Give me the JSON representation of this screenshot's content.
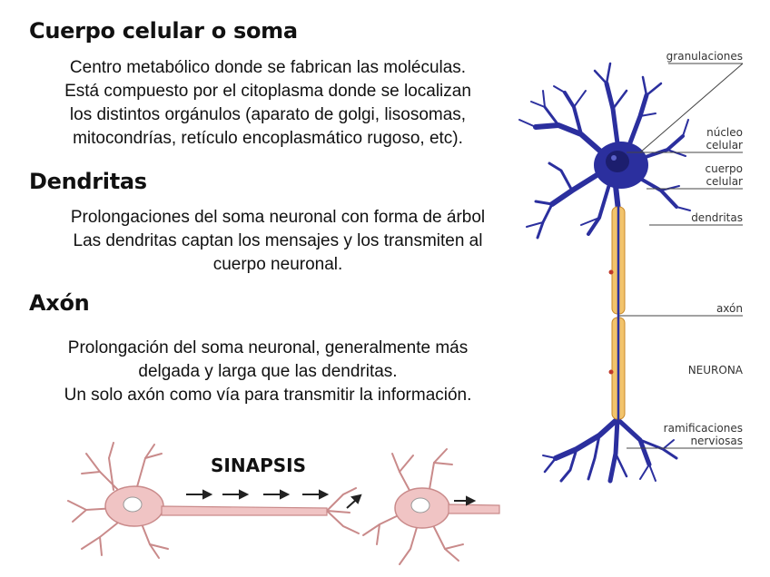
{
  "sections": {
    "soma": {
      "heading": "Cuerpo celular o soma",
      "lines": [
        "Centro metabólico donde se fabrican las moléculas.",
        "Está compuesto por el citoplasma donde se localizan",
        "los distintos orgánulos (aparato de golgi, lisosomas,",
        "mitocondrías, retículo encoplasmático rugoso, etc)."
      ]
    },
    "dendritas": {
      "heading": "Dendritas",
      "lines": [
        "Prolongaciones del soma neuronal con forma de árbol",
        "Las dendritas captan los mensajes y los transmiten al",
        "cuerpo neuronal."
      ]
    },
    "axon": {
      "heading": "Axón",
      "lines": [
        "Prolongación del soma neuronal, generalmente más",
        "delgada y larga que las dendritas.",
        "Un solo axón como vía para transmitir la información."
      ]
    }
  },
  "neuron_diagram": {
    "labels": {
      "granulaciones": "granulaciones",
      "nucleo_1": "núcleo",
      "nucleo_2": "celular",
      "cuerpo_1": "cuerpo",
      "cuerpo_2": "celular",
      "dendritas": "dendritas",
      "axon": "axón",
      "title": "NEURONA",
      "ramif_1": "ramificaciones",
      "ramif_2": "nerviosas"
    },
    "colors": {
      "neuron": "#2b2f9e",
      "axon_sheath": "#f2c36b"
    }
  },
  "synapse": {
    "label": "SINAPSIS",
    "colors": {
      "cell": "#f0c4c4",
      "outline": "#c98a8a"
    }
  }
}
